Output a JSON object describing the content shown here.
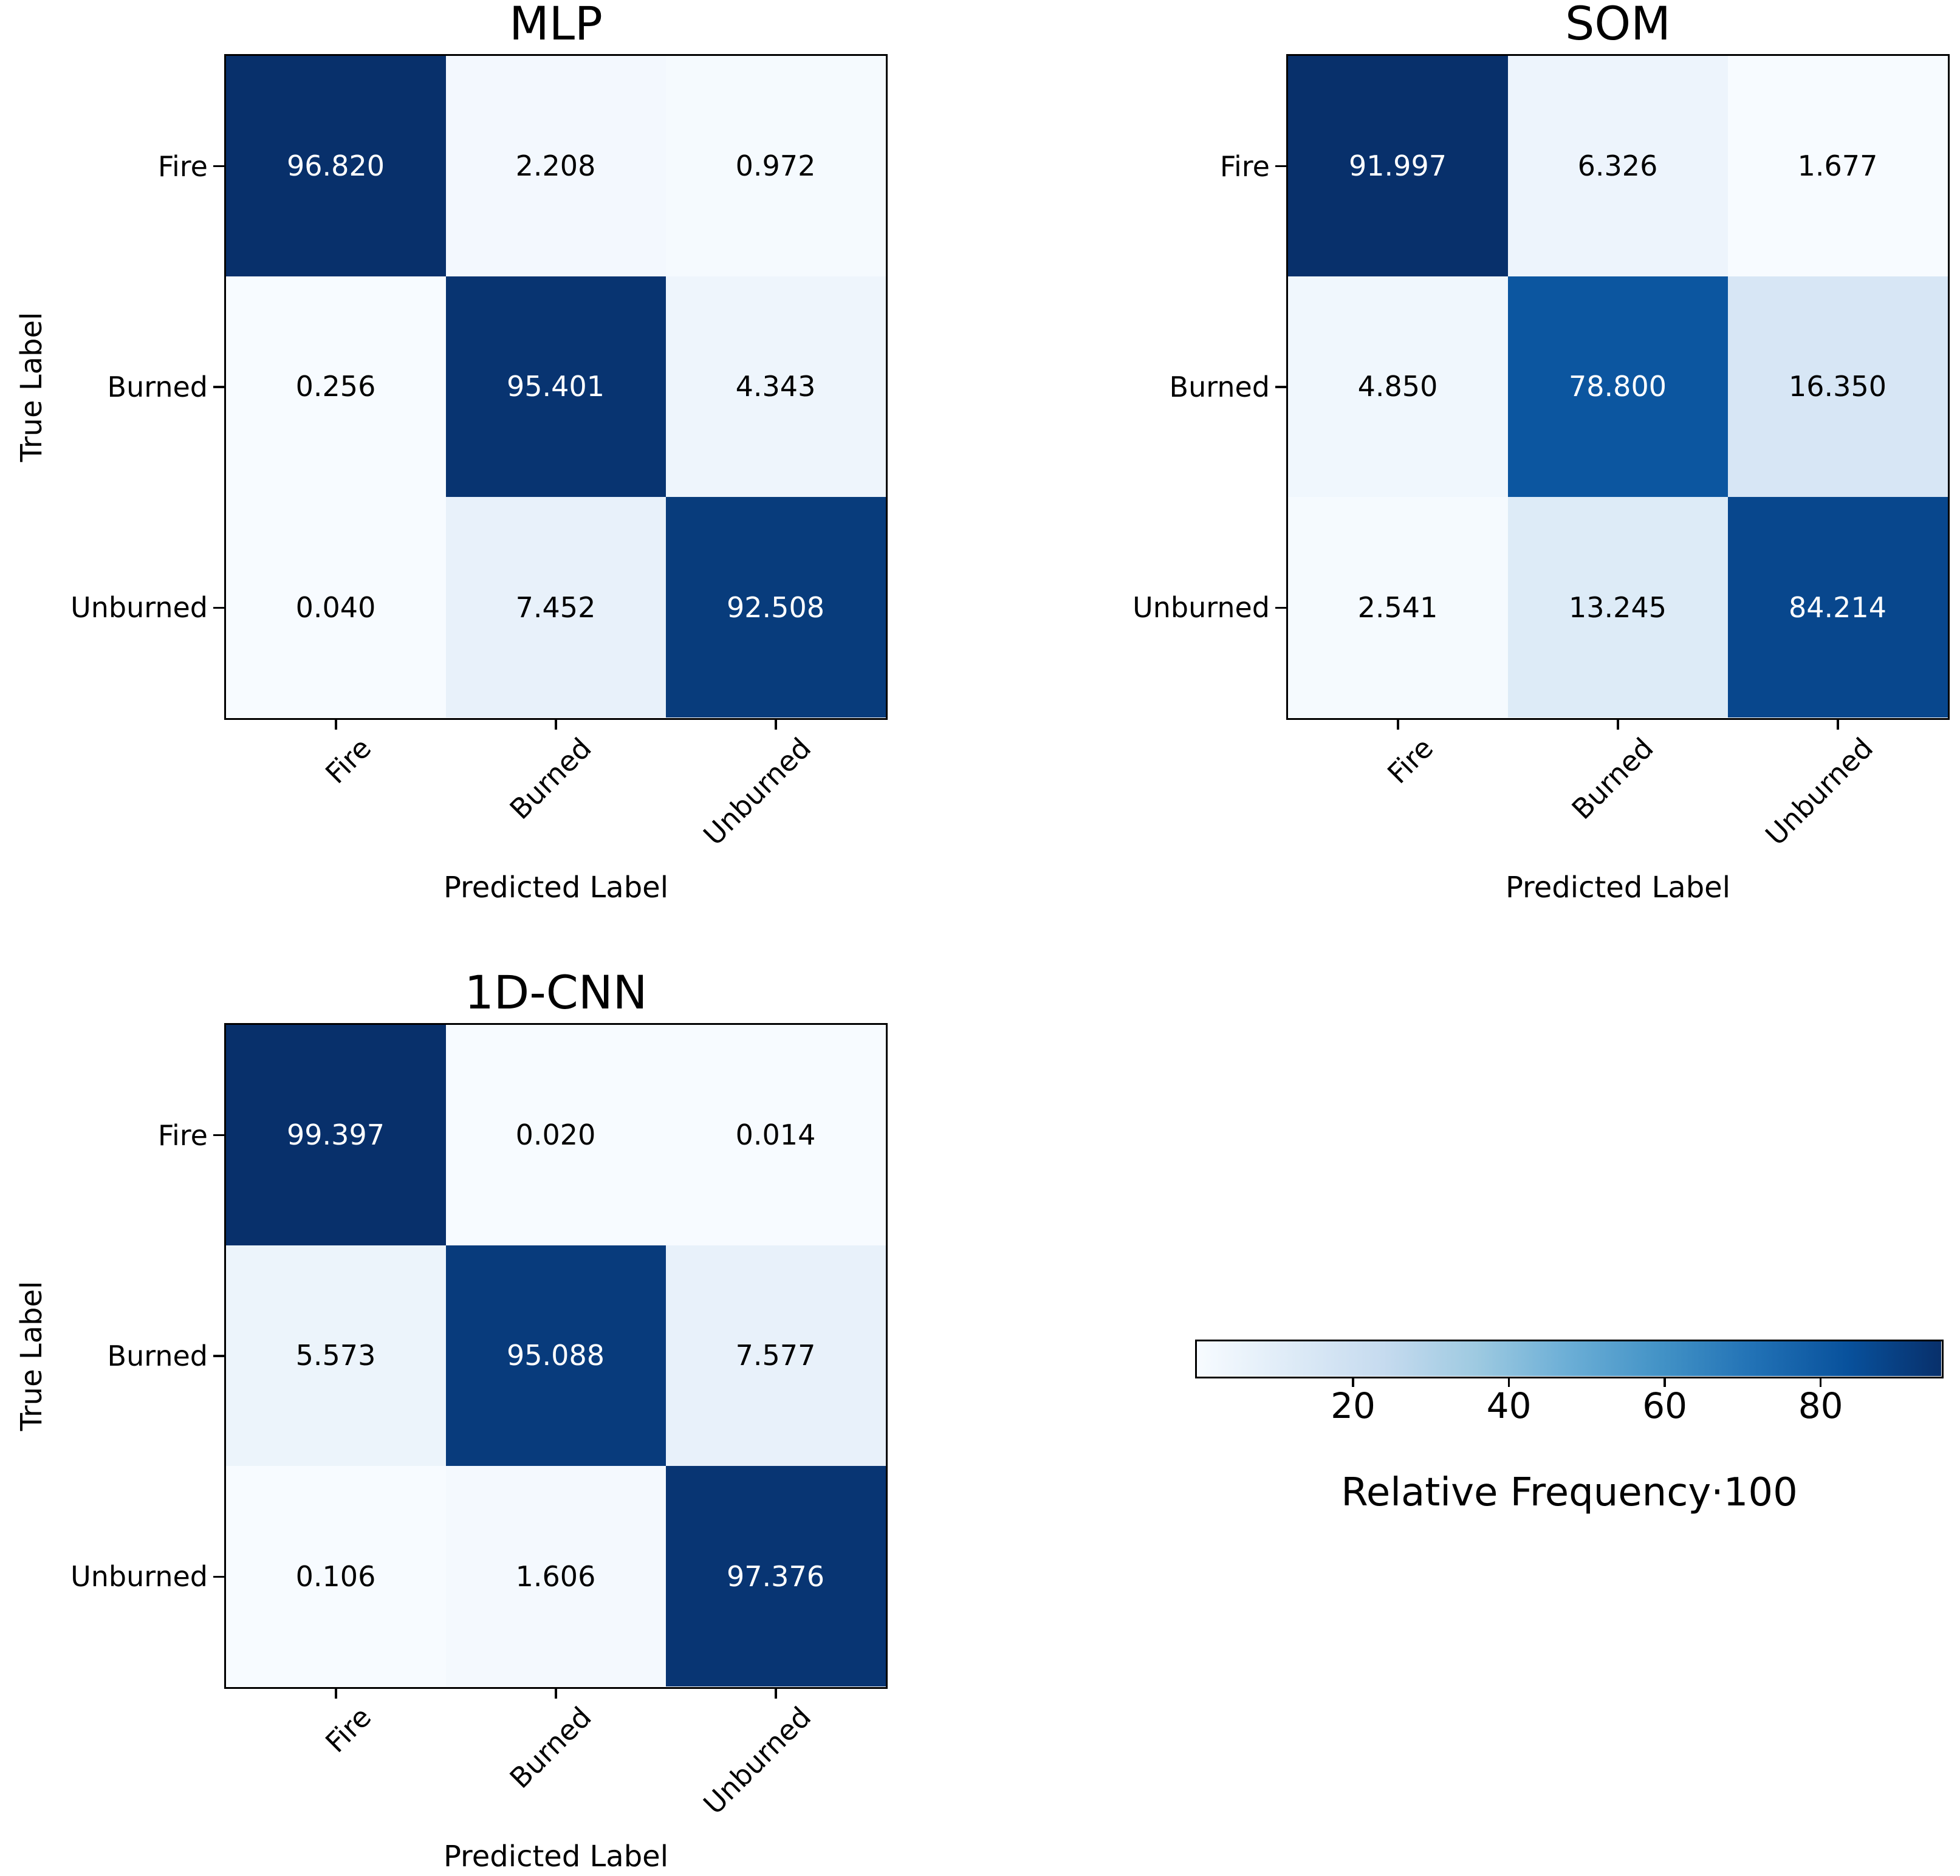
{
  "figure": {
    "background": "#ffffff",
    "colormap_name": "Blues",
    "blues_colormap": [
      "#f7fbff",
      "#deebf7",
      "#c6dbef",
      "#9ecae1",
      "#6baed6",
      "#4292c6",
      "#2171b5",
      "#08519c",
      "#08306b"
    ],
    "cell_text_dark": "#000000",
    "cell_text_light": "#ffffff",
    "axis_color": "#000000"
  },
  "chart_data": [
    {
      "type": "heatmap",
      "title": "MLP",
      "xlabel": "Predicted Label",
      "ylabel": "True Label",
      "x_categories": [
        "Fire",
        "Burned",
        "Unburned"
      ],
      "y_categories": [
        "Fire",
        "Burned",
        "Unburned"
      ],
      "values": [
        [
          96.82,
          2.208,
          0.972
        ],
        [
          0.256,
          95.401,
          4.343
        ],
        [
          0.04,
          7.452,
          92.508
        ]
      ],
      "labels": [
        [
          "96.820",
          "2.208",
          "0.972"
        ],
        [
          "0.256",
          "95.401",
          "4.343"
        ],
        [
          "0.040",
          "7.452",
          "92.508"
        ]
      ],
      "colormap": "Blues",
      "norm": "min-max of this matrix",
      "x_tick_rotation_deg": 45
    },
    {
      "type": "heatmap",
      "title": "SOM",
      "xlabel": "Predicted Label",
      "ylabel": "",
      "x_categories": [
        "Fire",
        "Burned",
        "Unburned"
      ],
      "y_categories": [
        "Fire",
        "Burned",
        "Unburned"
      ],
      "values": [
        [
          91.997,
          6.326,
          1.677
        ],
        [
          4.85,
          78.8,
          16.35
        ],
        [
          2.541,
          13.245,
          84.214
        ]
      ],
      "labels": [
        [
          "91.997",
          "6.326",
          "1.677"
        ],
        [
          "4.850",
          "78.800",
          "16.350"
        ],
        [
          "2.541",
          "13.245",
          "84.214"
        ]
      ],
      "colormap": "Blues",
      "norm": "min-max of this matrix",
      "x_tick_rotation_deg": 45
    },
    {
      "type": "heatmap",
      "title": "1D-CNN",
      "xlabel": "Predicted Label",
      "ylabel": "True Label",
      "x_categories": [
        "Fire",
        "Burned",
        "Unburned"
      ],
      "y_categories": [
        "Fire",
        "Burned",
        "Unburned"
      ],
      "values": [
        [
          99.397,
          0.02,
          0.014
        ],
        [
          5.573,
          95.088,
          7.577
        ],
        [
          0.106,
          1.606,
          97.376
        ]
      ],
      "labels": [
        [
          "99.397",
          "0.020",
          "0.014"
        ],
        [
          "5.573",
          "95.088",
          "7.577"
        ],
        [
          "0.106",
          "1.606",
          "97.376"
        ]
      ],
      "colormap": "Blues",
      "norm": "min-max of this matrix",
      "x_tick_rotation_deg": 45
    },
    {
      "type": "colorbar",
      "orientation": "horizontal",
      "label": "Relative Frequency·100",
      "ticks": [
        "20",
        "40",
        "60",
        "80"
      ],
      "tick_values": [
        20,
        40,
        60,
        80
      ],
      "range": [
        0,
        95.5
      ],
      "colormap": "Blues"
    }
  ]
}
